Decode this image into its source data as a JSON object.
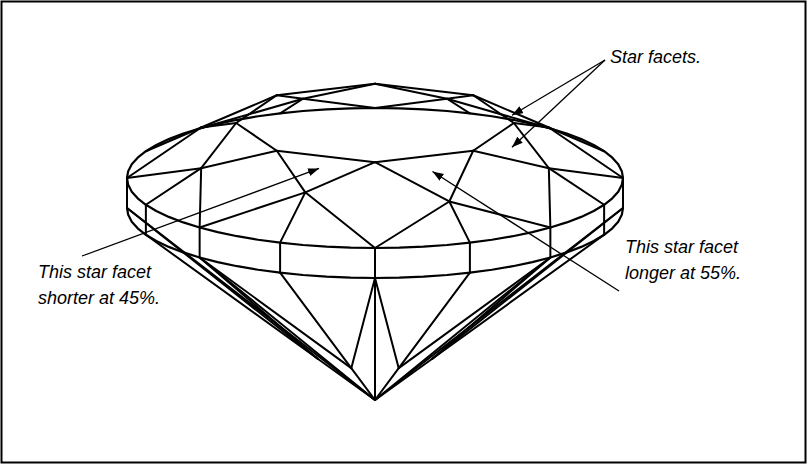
{
  "diagram": {
    "labels": [
      "Star facets.",
      "This star facet shorter at 45%.",
      "This star facet longer at 55%."
    ]
  }
}
